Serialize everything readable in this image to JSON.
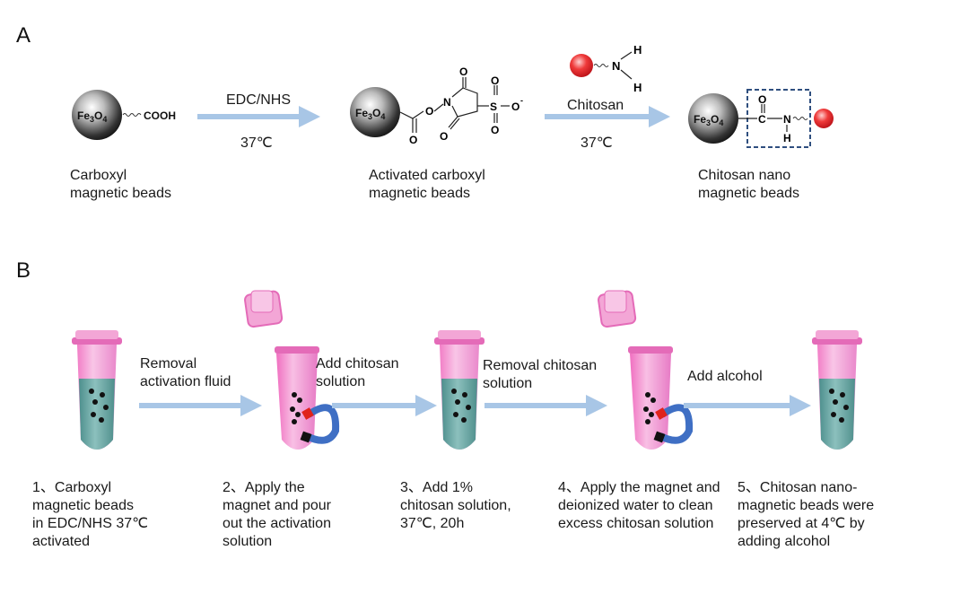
{
  "panels": {
    "a": {
      "label": "A",
      "steps": [
        {
          "caption": "Carboxyl\nmagnetic beads",
          "bead_label": "Fe3O4",
          "group": "COOH"
        },
        {
          "caption": "Activated carboxyl\nmagnetic beads",
          "bead_label": "Fe3O4"
        },
        {
          "caption": "Chitosan nano\nmagnetic beads",
          "bead_label": "Fe3O4"
        }
      ],
      "arrows": [
        {
          "top": "EDC/NHS",
          "bottom": "37℃"
        },
        {
          "top": "Chitosan",
          "bottom": "37℃"
        }
      ],
      "chem_labels": {
        "sulfo": "S",
        "sulfo_o_minus": "O",
        "o_atom": "O",
        "n_atom": "N",
        "h_atom": "H",
        "c_atom": "C"
      }
    },
    "b": {
      "label": "B",
      "arrows": [
        {
          "label": "Removal\nactivation fluid"
        },
        {
          "label": "Add chitosan\nsolution"
        },
        {
          "label": "Removal chitosan\nsolution"
        },
        {
          "label": "Add alcohol"
        }
      ],
      "steps": [
        {
          "caption": "1、Carboxyl\nmagnetic beads\nin EDC/NHS 37℃\nactivated"
        },
        {
          "caption": "2、Apply the\nmagnet and pour\nout the activation\nsolution"
        },
        {
          "caption": "3、Add 1%\nchitosan solution,\n37℃, 20h"
        },
        {
          "caption": "4、Apply the magnet and\ndeionized water to clean\nexcess chitosan solution"
        },
        {
          "caption": "5、Chitosan nano-\nmagnetic beads were\npreserved at 4℃ by\nadding alcohol"
        }
      ]
    }
  },
  "colors": {
    "arrow": "#a8c6e6",
    "tube_pink": "#f19ad0",
    "liquid": "#5f9d9b",
    "magnet_blue": "#3f6fc4",
    "magnet_red": "#e0231c",
    "chitosan_red": "#e8202a",
    "box_dash": "#2f4f7f"
  }
}
